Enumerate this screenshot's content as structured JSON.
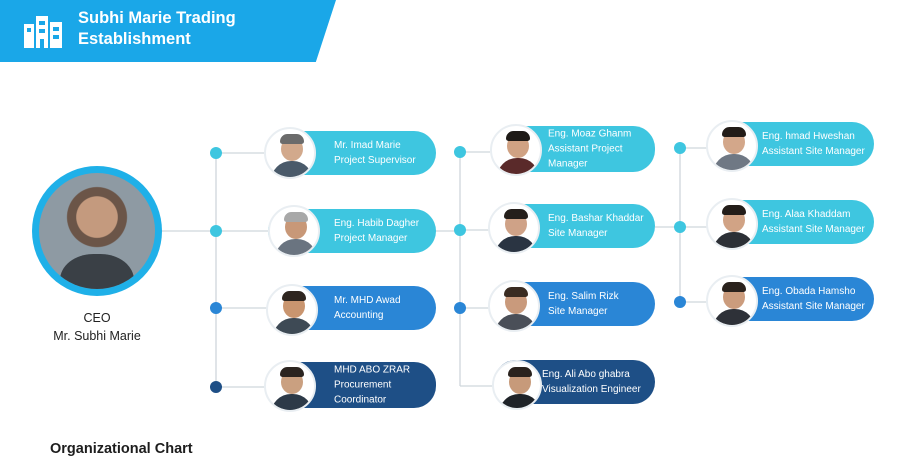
{
  "header": {
    "company_line1": "Subhi Marie Trading",
    "company_line2": "Establishment",
    "logo_icon": "building-icon"
  },
  "ceo": {
    "role": "CEO",
    "name": "Mr. Subhi Marie"
  },
  "colors": {
    "brand_blue": "#1aa7e8",
    "cyan": "#3ec6e0",
    "blue": "#2a86d6",
    "navy": "#1e4f86",
    "line": "#cfd6dc"
  },
  "column1": [
    {
      "name": "Mr. Imad Marie",
      "title": "Project Supervisor"
    },
    {
      "name": "Eng. Habib Dagher",
      "title": "Project Manager"
    },
    {
      "name": "Mr. MHD Awad",
      "title": "Accounting"
    },
    {
      "name": "MHD ABO ZRAR",
      "title": "Procurement",
      "title2": "Coordinator"
    }
  ],
  "column2": [
    {
      "name": "Eng. Moaz Ghanm",
      "title": "Assistant Project",
      "title2": "Manager"
    },
    {
      "name": "Eng. Bashar Khaddar",
      "title": "Site Manager"
    },
    {
      "name": "Eng. Salim Rizk",
      "title": "Site Manager"
    },
    {
      "name": "Eng. Ali Abo ghabra",
      "title": "Visualization Engineer"
    }
  ],
  "column3": [
    {
      "name": "Eng. hmad Hweshan",
      "title": "Assistant Site Manager"
    },
    {
      "name": "Eng. Alaa Khaddam",
      "title": "Assistant Site Manager"
    },
    {
      "name": "Eng. Obada Hamsho",
      "title": "Assistant Site Manager"
    }
  ],
  "footer": {
    "title": "Organizational Chart"
  }
}
